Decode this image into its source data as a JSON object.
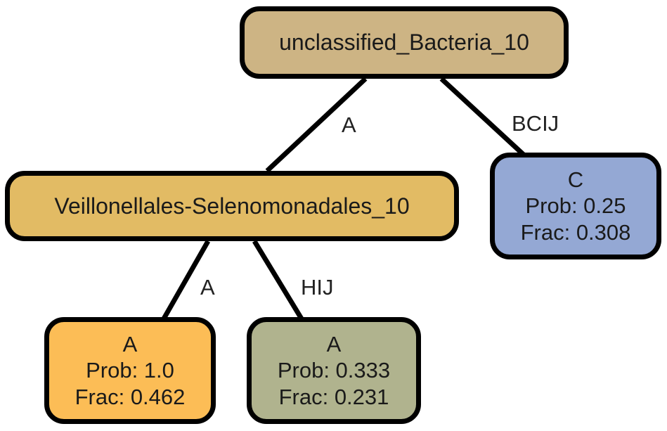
{
  "root": {
    "label": "unclassified_Bacteria_10",
    "color": "#cdb484"
  },
  "inner": {
    "label": "Veillonellales-Selenomonadales_10",
    "color": "#e2bb64"
  },
  "leaf_c": {
    "class": "C",
    "prob": "Prob: 0.25",
    "frac": "Frac: 0.308",
    "color": "#94a8d4"
  },
  "leaf_a1": {
    "class": "A",
    "prob": "Prob: 1.0",
    "frac": "Frac: 0.462",
    "color": "#fcbd56"
  },
  "leaf_a2": {
    "class": "A",
    "prob": "Prob: 0.333",
    "frac": "Frac: 0.231",
    "color": "#b0b38e"
  },
  "edges": {
    "root_inner": "A",
    "root_c": "BCIJ",
    "inner_a1": "A",
    "inner_a2": "HIJ"
  }
}
